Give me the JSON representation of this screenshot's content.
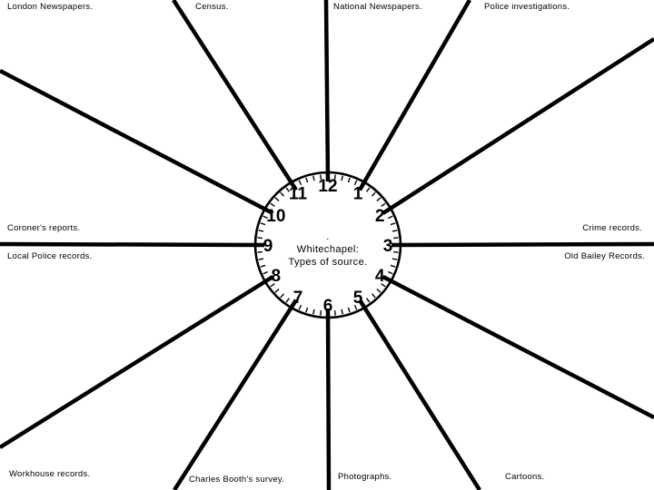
{
  "title": {
    "dot": ".",
    "line1": "Whitechapel:",
    "line2": "Types of source."
  },
  "clock": {
    "numbers": [
      "12",
      "1",
      "2",
      "3",
      "4",
      "5",
      "6",
      "7",
      "8",
      "9",
      "10",
      "11"
    ]
  },
  "labels": {
    "london_newspapers": "London Newspapers.",
    "census": "Census.",
    "national_newspapers": "National Newspapers.",
    "police_investigations": "Police investigations.",
    "coroners_reports": "Coroner's reports.",
    "local_police_records": "Local Police records.",
    "crime_records": "Crime records.",
    "old_bailey_records": "Old Bailey Records.",
    "workhouse_records": "Workhouse records.",
    "charles_booths_survey": "Charles Booth's survey.",
    "photographs": "Photographs.",
    "cartoons": "Cartoons."
  },
  "colors": {
    "ink": "#000000",
    "background": "#ffffff"
  }
}
